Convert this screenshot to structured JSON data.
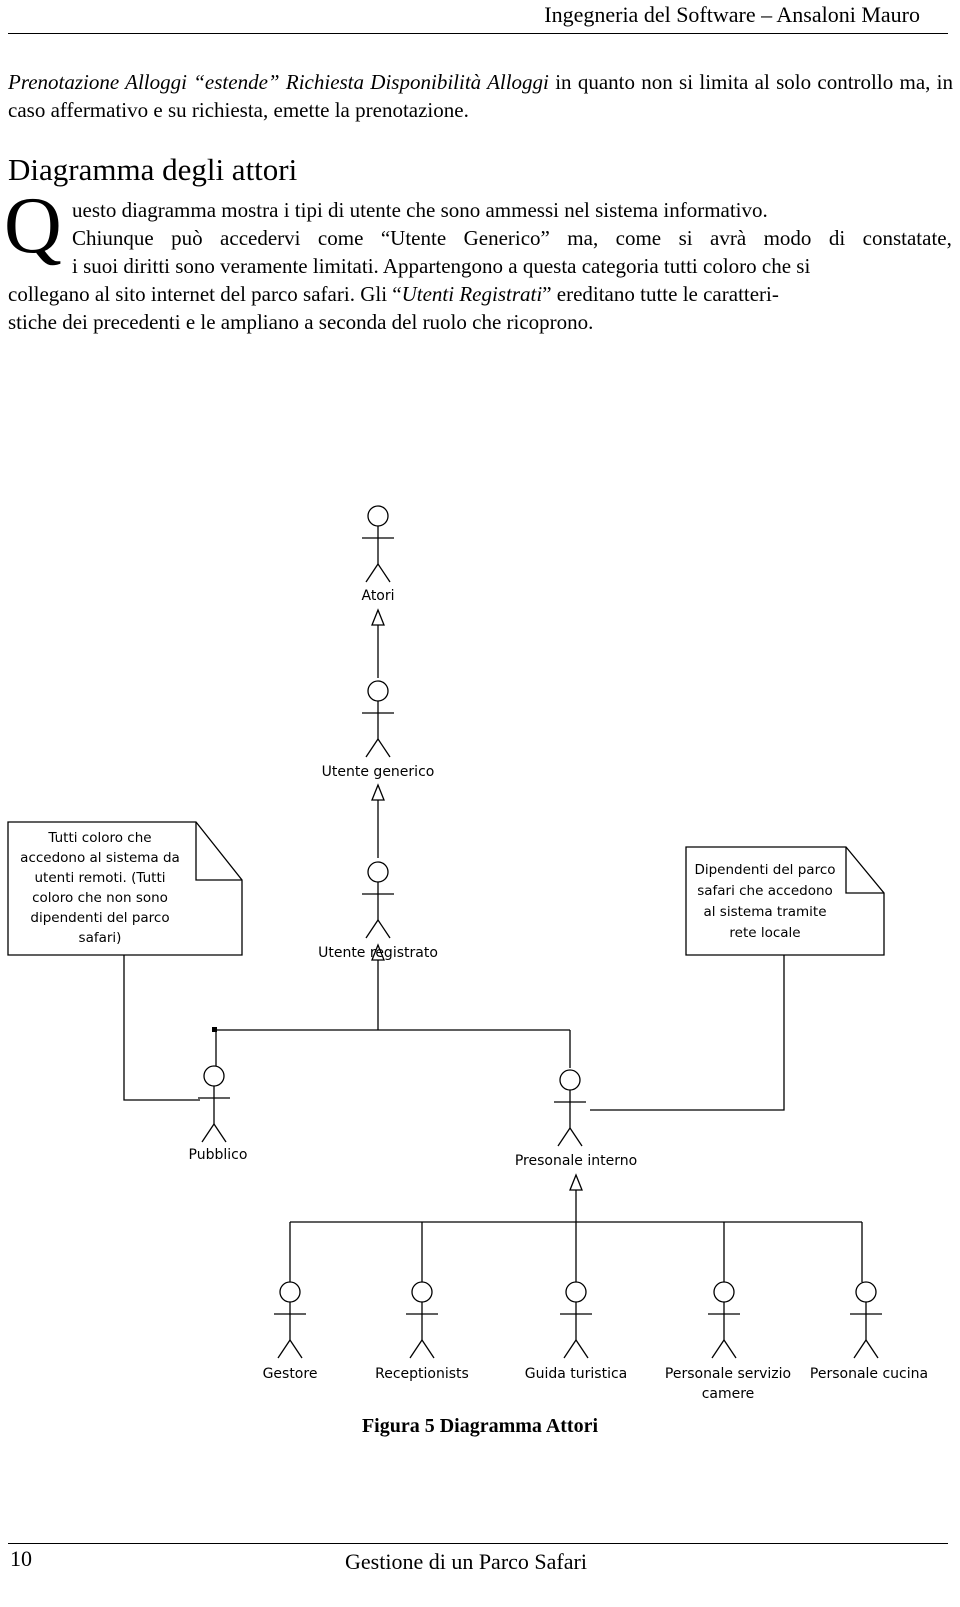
{
  "header": {
    "title": "Ingegneria del Software – Ansaloni Mauro"
  },
  "intro": {
    "term1": "Prenotazione Alloggi",
    "verb": "“estende”",
    "term2": "Richiesta Disponibilità Alloggi",
    "rest": "in quanto non si limita al solo controllo ma, in caso affermativo e su richiesta, emette la prenotazione."
  },
  "section": {
    "heading": "Diagramma degli attori",
    "dropcap": "Q",
    "line1": "uesto diagramma mostra i tipi di utente che sono ammessi nel sistema informativo.",
    "line2_words": [
      "Chiunque",
      "può",
      "accedervi",
      "come",
      "“Utente",
      "Generico”",
      "ma,",
      "come",
      "si",
      "avrà",
      "modo",
      "di",
      "constatate,"
    ],
    "line3": "i suoi diritti sono veramente limitati. Appartengono a questa categoria tutti coloro che si",
    "line4_a": "collegano al sito internet del parco safari. Gli “",
    "line4_em": "Utenti Registrati",
    "line4_b": "” ereditano tutte le caratteri-",
    "line5": "stiche dei precedenti e le ampliano a seconda del ruolo che ricoprono."
  },
  "diagram": {
    "actors": {
      "atori": "Atori",
      "utente_generico": "Utente generico",
      "utente_registrato": "Utente registrato",
      "pubblico": "Pubblico",
      "personale_interno": "Presonale interno",
      "gestore": "Gestore",
      "receptionists": "Receptionists",
      "guida": "Guida turistica",
      "servizio_line1": "Personale servizio",
      "servizio_line2": "camere",
      "cucina": "Personale cucina"
    },
    "notes": {
      "left": [
        "Tutti coloro che",
        "accedono al sistema da",
        "utenti remoti. (Tutti",
        "coloro che non sono",
        "dipendenti del parco",
        "safari)"
      ],
      "right": [
        "Dipendenti del parco",
        "safari che accedono",
        "al sistema tramite",
        "rete locale"
      ]
    }
  },
  "caption": "Figura 5 Diagramma Attori",
  "footer": {
    "page_number": "10",
    "title": "Gestione di un Parco Safari"
  }
}
